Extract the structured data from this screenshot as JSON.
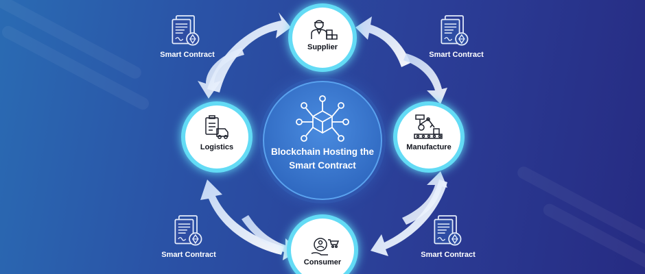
{
  "center": {
    "label": "Blockchain Hosting the Smart Contract"
  },
  "nodes": {
    "supplier": "Supplier",
    "manufacture": "Manufacture",
    "consumer": "Consumer",
    "logistics": "Logistics"
  },
  "contracts": {
    "top_left": "Smart Contract",
    "top_right": "Smart Contract",
    "bottom_left": "Smart Contract",
    "bottom_right": "Smart Contract"
  },
  "colors": {
    "background_start": "#2a6bb3",
    "background_end": "#262b82",
    "node_ring": "#63dbf5",
    "center_fill": "#3d7cd6",
    "arrow": "#dbe6fb"
  },
  "icons": {
    "supplier": "worker-with-boxes-icon",
    "manufacture": "robotic-arm-conveyor-icon",
    "consumer": "hand-with-person-and-cart-icon",
    "logistics": "clipboard-and-truck-icon",
    "center": "blockchain-network-cube-icon",
    "contract": "contract-document-icon"
  }
}
